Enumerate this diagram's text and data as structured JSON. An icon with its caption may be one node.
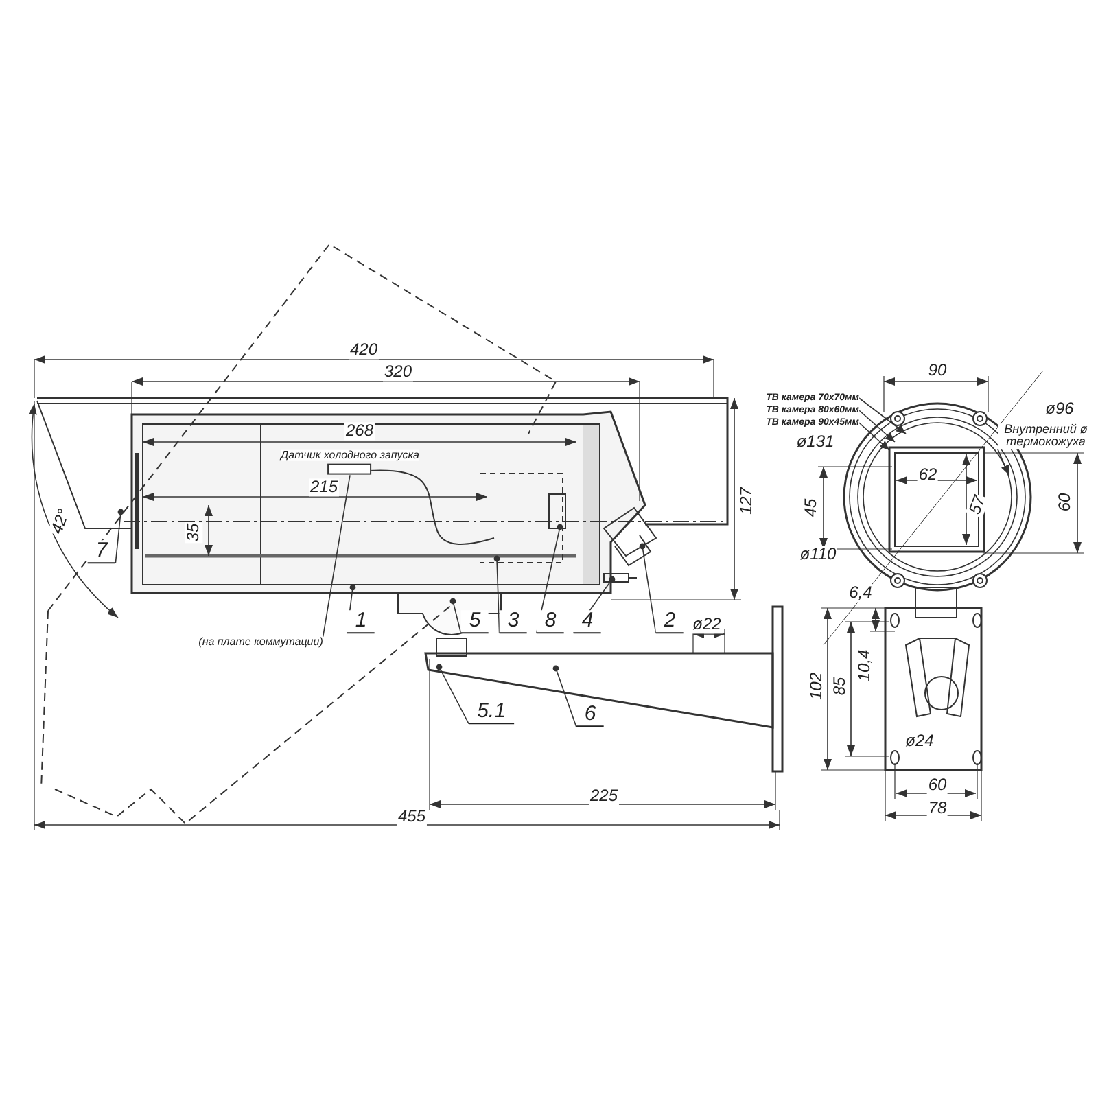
{
  "diagram": {
    "nodes": [
      {
        "text": [
          "7"
        ]
      },
      {
        "text": [
          "1"
        ]
      },
      {
        "text": [
          "5"
        ]
      },
      {
        "text": [
          "3"
        ]
      },
      {
        "text": [
          "8"
        ]
      },
      {
        "text": [
          "4"
        ]
      },
      {
        "text": [
          "2"
        ]
      },
      {
        "text": [
          "5.1"
        ]
      },
      {
        "text": [
          "6"
        ]
      },
      {
        "text": [
          "Датчик холодного запуска"
        ]
      },
      {
        "text": [
          "(на плате коммутации)"
        ]
      },
      {
        "text": [
          "ТВ камера 70х70мм"
        ]
      },
      {
        "text": [
          "ТВ камера 80х60мм"
        ]
      },
      {
        "text": [
          "ТВ камера 90х45мм"
        ]
      },
      {
        "text": [
          "Внутренний ø термокожуха"
        ]
      }
    ],
    "edges": [
      {
        "from": 0,
        "to": null,
        "arrow": "other"
      },
      {
        "from": 1,
        "to": null,
        "arrow": "other"
      },
      {
        "from": 2,
        "to": null,
        "arrow": "other"
      },
      {
        "from": 3,
        "to": null,
        "arrow": "other"
      },
      {
        "from": 4,
        "to": null,
        "arrow": "other"
      },
      {
        "from": 5,
        "to": null,
        "arrow": "other"
      },
      {
        "from": 6,
        "to": null,
        "arrow": "other"
      },
      {
        "from": 7,
        "to": null,
        "arrow": "other"
      },
      {
        "from": 8,
        "to": null,
        "arrow": "other"
      },
      {
        "from": 10,
        "to": 9,
        "arrow": "none"
      },
      {
        "from": 11,
        "to": null,
        "arrow": "to"
      },
      {
        "from": 12,
        "to": null,
        "arrow": "to"
      },
      {
        "from": 13,
        "to": null,
        "arrow": "to"
      },
      {
        "from": 14,
        "to": null,
        "arrow": "to"
      }
    ],
    "labels": [
      "420",
      "320",
      "268",
      "215",
      "42°",
      "35",
      "127",
      "ø22",
      "225",
      "455",
      "90",
      "ø96",
      "ø131",
      "62",
      "57",
      "45",
      "60",
      "ø110",
      "6,4",
      "10,4",
      "85",
      "102",
      "ø24",
      "60",
      "78"
    ]
  }
}
